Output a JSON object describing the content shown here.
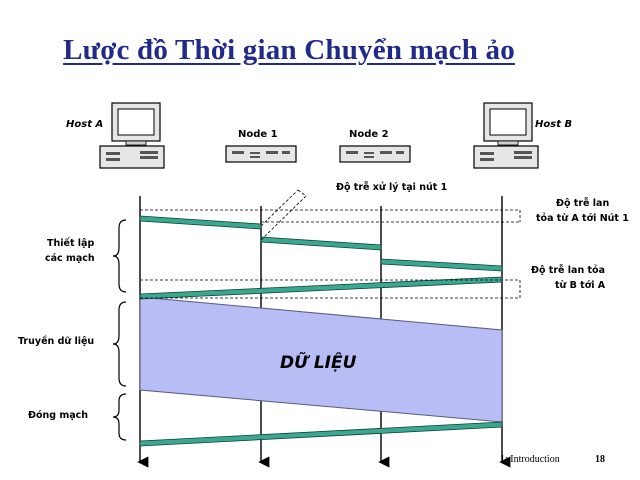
{
  "title": "Lược đồ Thời gian Chuyển mạch ảo",
  "hosts": {
    "a": "Host A",
    "b": "Host B"
  },
  "nodes": {
    "n1": "Node 1",
    "n2": "Node 2"
  },
  "annotations": {
    "proc_delay": "Độ trễ xử lý tại nút 1",
    "prop_a_line1": "Độ trễ lan",
    "prop_a_line2": "tỏa từ A tới Nút 1",
    "prop_b_line1": "Độ trễ lan tỏa",
    "prop_b_line2": "từ B tới A"
  },
  "phases": {
    "setup_line1": "Thiết lập",
    "setup_line2": "các mạch",
    "transfer": "Truyền dữ liệu",
    "teardown": "Đóng mạch"
  },
  "data_label": "DỮ LIỆU",
  "footer": {
    "text": "1: Introduction",
    "page": "18"
  },
  "colors": {
    "title": "#1f2a8a",
    "signal_fill": "#3aa88f",
    "signal_stroke": "#0e3d34",
    "data_fill": "#b8bef5",
    "data_stroke": "#555a80"
  }
}
